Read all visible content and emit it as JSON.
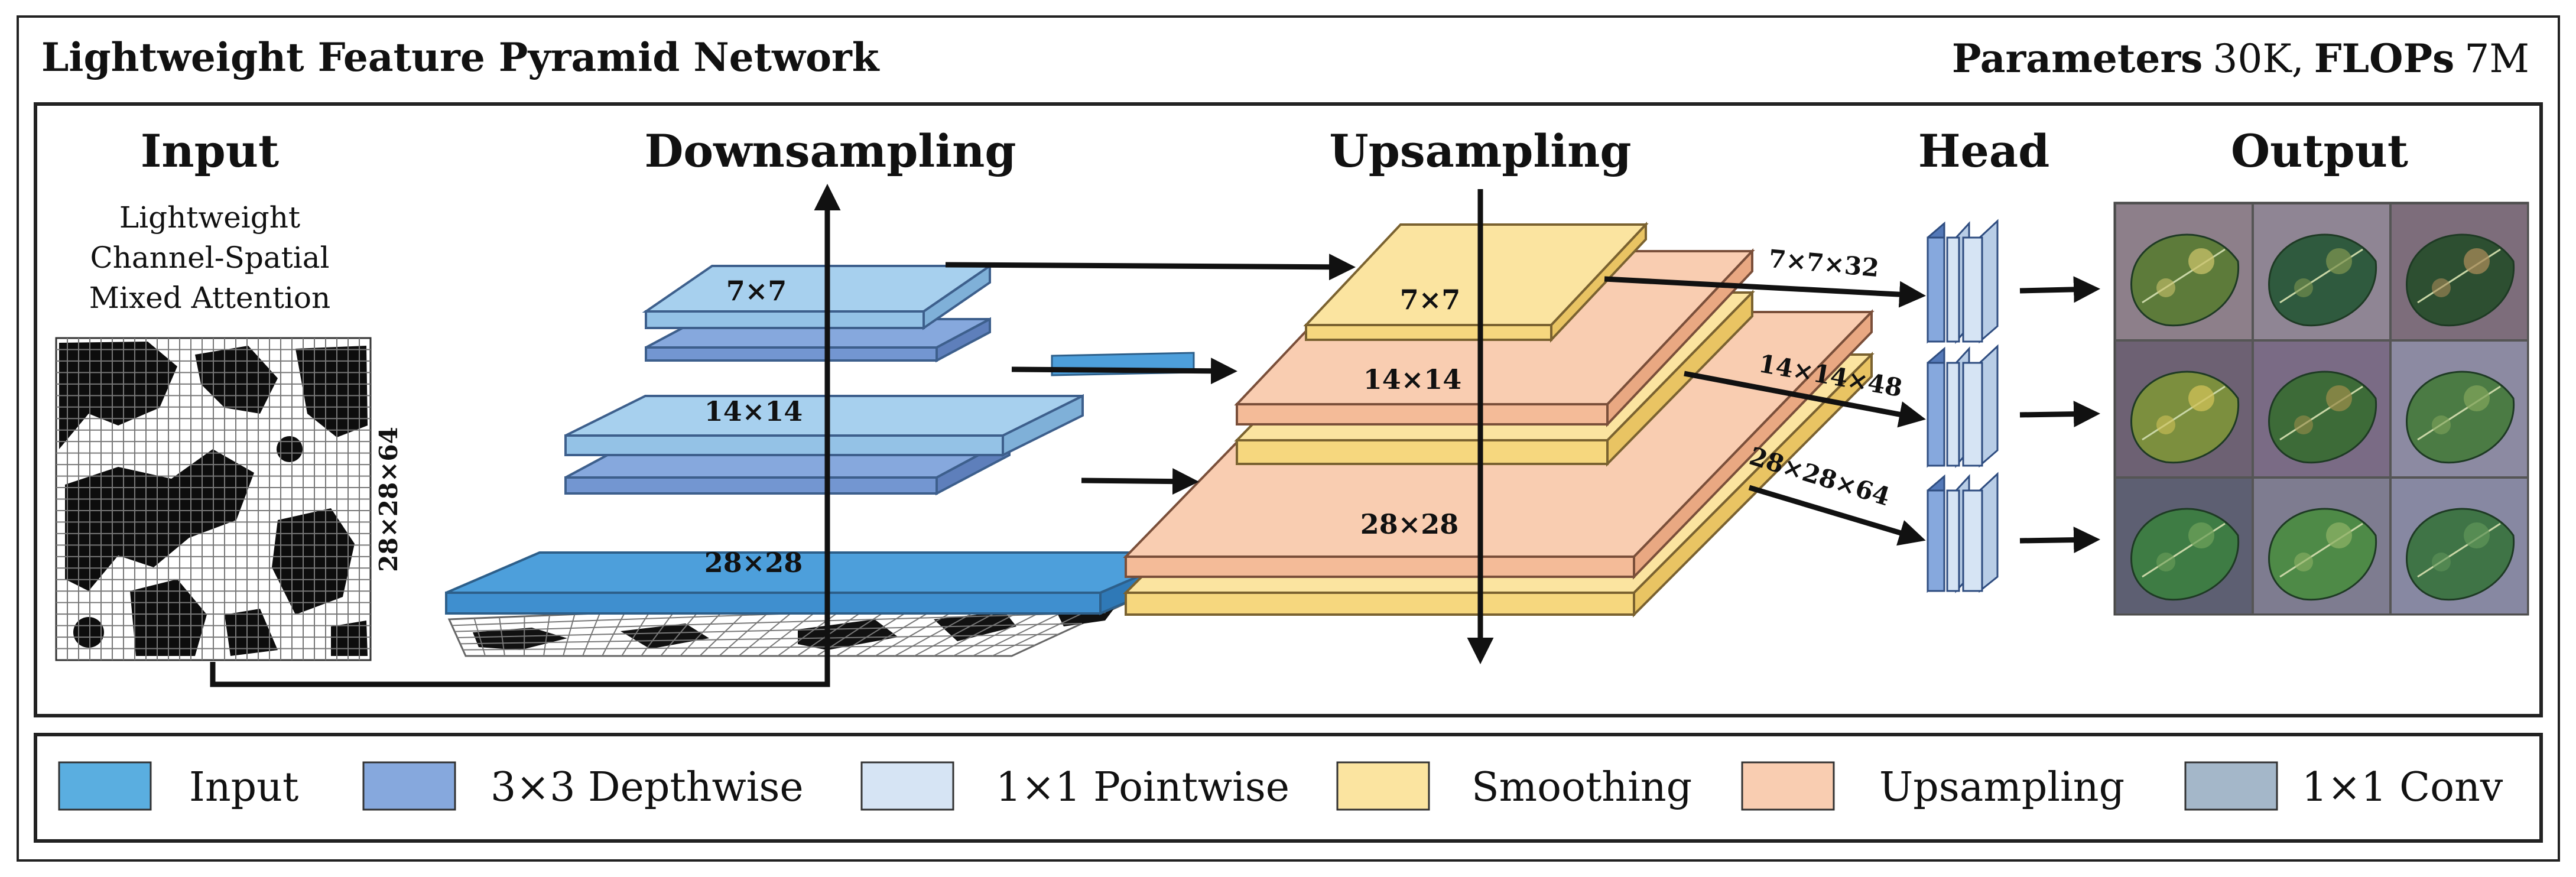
{
  "title": "Lightweight Feature Pyramid Network",
  "params": {
    "label1": "Parameters",
    "value1": "30K,",
    "label2": "FLOPs",
    "value2": "7M"
  },
  "stages": {
    "input": "Input",
    "downsampling": "Downsampling",
    "upsampling": "Upsampling",
    "head": "Head",
    "output": "Output"
  },
  "attention": [
    "Lightweight",
    "Channel-Spatial",
    "Mixed Attention"
  ],
  "input_dim": "28×28×64",
  "down_layers": [
    "7×7",
    "14×14",
    "28×28"
  ],
  "up_layers": [
    "7×7",
    "14×14",
    "28×28"
  ],
  "head_dims": [
    "7×7×32",
    "14×14×48",
    "28×28×64"
  ],
  "legend": [
    {
      "label": "Input",
      "color": "#5aaee0"
    },
    {
      "label": "3×3 Depthwise",
      "color": "#86a8dd"
    },
    {
      "label": "1×1 Pointwise",
      "color": "#d6e4f4"
    },
    {
      "label": "Smoothing",
      "color": "#fbe4a0"
    },
    {
      "label": "Upsampling",
      "color": "#f9cdb1"
    },
    {
      "label": "1×1 Conv",
      "color": "#a4b7c9"
    }
  ],
  "colors": {
    "input": "#5aaee0",
    "depthwise": "#86a8dd",
    "pointwise_light": "#a7d0ee",
    "pointwise": "#d6e4f4",
    "smoothing": "#fbe4a0",
    "upsampling": "#f9cdb1",
    "conv": "#a4b7c9",
    "head_dark": "#6f8fc9",
    "stroke": "#3d5f8c"
  }
}
